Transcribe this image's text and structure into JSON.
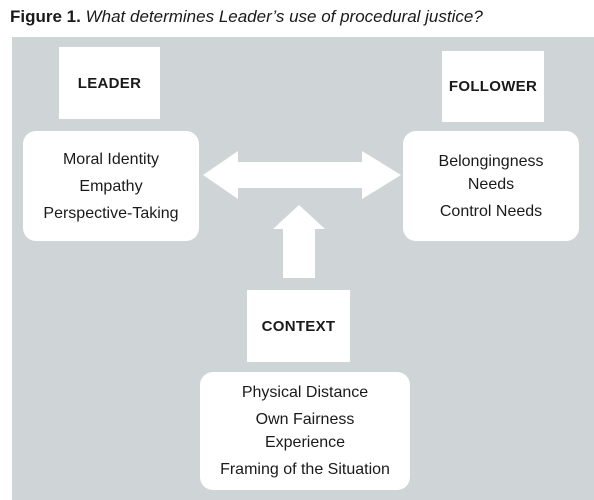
{
  "caption": {
    "label": "Figure 1.",
    "text": "What determines Leader’s use of procedural justice?"
  },
  "leader": {
    "header": "LEADER",
    "items": [
      "Moral Identity",
      "Empathy",
      "Perspective-Taking"
    ]
  },
  "follower": {
    "header": "FOLLOWER",
    "items": [
      "Belongingness Needs",
      "Control Needs"
    ]
  },
  "context": {
    "header": "CONTEXT",
    "items": [
      "Physical Distance",
      "Own Fairness Experience",
      "Framing of the Situation"
    ]
  },
  "colors": {
    "panel": "#cfd5d6",
    "box": "#ffffff",
    "text": "#1a1a1a"
  }
}
